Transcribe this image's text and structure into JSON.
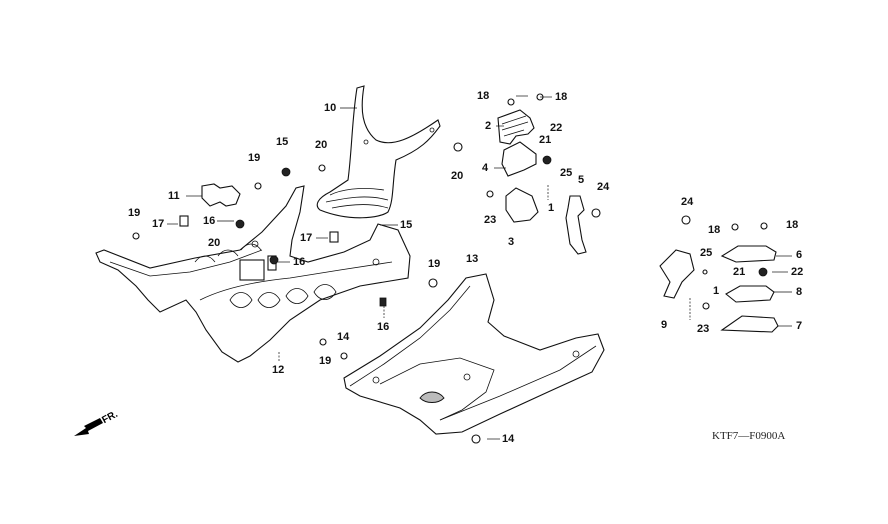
{
  "diagram": {
    "title": "Floor panel / step floor parts diagram",
    "code": "KTF7—F0900A",
    "direction_label": "FR.",
    "callouts": [
      {
        "id": "c1a",
        "text": "1"
      },
      {
        "id": "c1b",
        "text": "1"
      },
      {
        "id": "c2",
        "text": "2"
      },
      {
        "id": "c3",
        "text": "3"
      },
      {
        "id": "c4",
        "text": "4"
      },
      {
        "id": "c5",
        "text": "5"
      },
      {
        "id": "c6",
        "text": "6"
      },
      {
        "id": "c7",
        "text": "7"
      },
      {
        "id": "c8",
        "text": "8"
      },
      {
        "id": "c9",
        "text": "9"
      },
      {
        "id": "c10",
        "text": "10"
      },
      {
        "id": "c11",
        "text": "11"
      },
      {
        "id": "c12",
        "text": "12"
      },
      {
        "id": "c13",
        "text": "13"
      },
      {
        "id": "c14a",
        "text": "14"
      },
      {
        "id": "c14b",
        "text": "14"
      },
      {
        "id": "c15a",
        "text": "15"
      },
      {
        "id": "c15b",
        "text": "15"
      },
      {
        "id": "c16a",
        "text": "16"
      },
      {
        "id": "c16b",
        "text": "16"
      },
      {
        "id": "c16c",
        "text": "16"
      },
      {
        "id": "c17a",
        "text": "17"
      },
      {
        "id": "c17b",
        "text": "17"
      },
      {
        "id": "c18a",
        "text": "18"
      },
      {
        "id": "c18b",
        "text": "18"
      },
      {
        "id": "c18c",
        "text": "18"
      },
      {
        "id": "c18d",
        "text": "18"
      },
      {
        "id": "c19a",
        "text": "19"
      },
      {
        "id": "c19b",
        "text": "19"
      },
      {
        "id": "c19c",
        "text": "19"
      },
      {
        "id": "c19d",
        "text": "19"
      },
      {
        "id": "c20a",
        "text": "20"
      },
      {
        "id": "c20b",
        "text": "20"
      },
      {
        "id": "c20c",
        "text": "20"
      },
      {
        "id": "c21a",
        "text": "21"
      },
      {
        "id": "c21b",
        "text": "21"
      },
      {
        "id": "c22a",
        "text": "22"
      },
      {
        "id": "c22b",
        "text": "22"
      },
      {
        "id": "c23a",
        "text": "23"
      },
      {
        "id": "c23b",
        "text": "23"
      },
      {
        "id": "c24a",
        "text": "24"
      },
      {
        "id": "c24b",
        "text": "24"
      },
      {
        "id": "c25a",
        "text": "25"
      },
      {
        "id": "c25b",
        "text": "25"
      }
    ]
  }
}
